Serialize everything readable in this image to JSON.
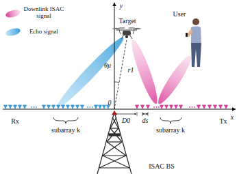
{
  "diagram": {
    "labels": [
      "y",
      "Target",
      "User",
      "θμ",
      "r1",
      "0",
      "x",
      "Rx",
      "subarray k",
      "Tx",
      "D0",
      "ds",
      "subarray k",
      "ISAC BS"
    ],
    "legend": [
      {
        "text": "Downlink ISAC signal"
      },
      {
        "text": "Echo signal"
      }
    ]
  }
}
